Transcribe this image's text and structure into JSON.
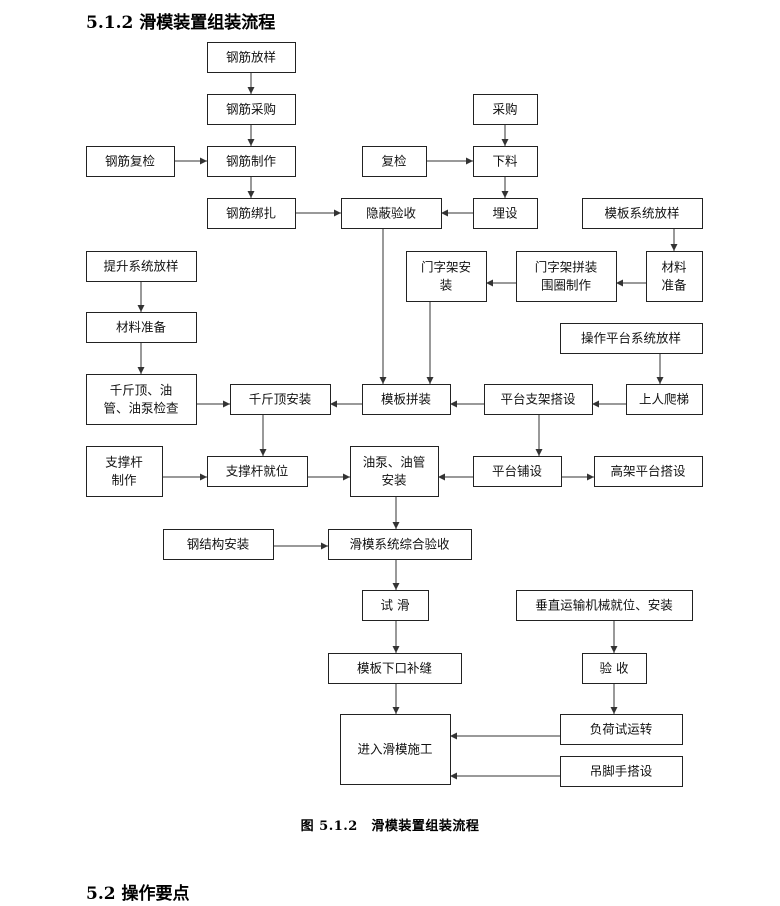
{
  "document": {
    "section_title": "5.1.2 滑模装置组装流程",
    "figure_caption": "图 5.1.2　滑模装置组装流程",
    "next_section_title": "5.2 操作要点"
  },
  "flowchart": {
    "nodes": [
      {
        "id": "rebar_layout",
        "lines": [
          "钢筋放样"
        ]
      },
      {
        "id": "rebar_purchase",
        "lines": [
          "钢筋采购"
        ]
      },
      {
        "id": "rebar_recheck",
        "lines": [
          "钢筋复检"
        ]
      },
      {
        "id": "rebar_fabrication",
        "lines": [
          "钢筋制作"
        ]
      },
      {
        "id": "rebar_binding",
        "lines": [
          "钢筋绑扎"
        ]
      },
      {
        "id": "purchase",
        "lines": [
          "采购"
        ]
      },
      {
        "id": "recheck",
        "lines": [
          "复检"
        ]
      },
      {
        "id": "cutting",
        "lines": [
          "下料"
        ]
      },
      {
        "id": "embedding",
        "lines": [
          "埋设"
        ]
      },
      {
        "id": "concealed_inspection",
        "lines": [
          "隐蔽验收"
        ]
      },
      {
        "id": "formwork_layout",
        "lines": [
          "模板系统放样"
        ]
      },
      {
        "id": "gate_frame_install",
        "lines": [
          "门字架安",
          "装"
        ]
      },
      {
        "id": "gate_frame_assembly",
        "lines": [
          "门字架拼装",
          "围圈制作"
        ]
      },
      {
        "id": "material_prep_right",
        "lines": [
          "材料",
          "准备"
        ]
      },
      {
        "id": "lift_layout",
        "lines": [
          "提升系统放样"
        ]
      },
      {
        "id": "material_prep_left",
        "lines": [
          "材料准备"
        ]
      },
      {
        "id": "platform_layout",
        "lines": [
          "操作平台系统放样"
        ]
      },
      {
        "id": "jack_pipe_check",
        "lines": [
          "千斤顶、油",
          "管、油泵检查"
        ]
      },
      {
        "id": "jack_install",
        "lines": [
          "千斤顶安装"
        ]
      },
      {
        "id": "formwork_assembly",
        "lines": [
          "模板拼装"
        ]
      },
      {
        "id": "platform_frame",
        "lines": [
          "平台支架搭设"
        ]
      },
      {
        "id": "climb",
        "lines": [
          "上人爬梯"
        ]
      },
      {
        "id": "support_rod_make",
        "lines": [
          "支撑杆",
          "制作"
        ]
      },
      {
        "id": "support_rod_place",
        "lines": [
          "支撑杆就位"
        ]
      },
      {
        "id": "oil_pump_pipe",
        "lines": [
          "油泵、油管",
          "安装"
        ]
      },
      {
        "id": "platform_laying",
        "lines": [
          "平台铺设"
        ]
      },
      {
        "id": "elevated_platform",
        "lines": [
          "高架平台搭设"
        ]
      },
      {
        "id": "steel_structure",
        "lines": [
          "钢结构安装"
        ]
      },
      {
        "id": "slipform_inspection",
        "lines": [
          "滑模系统综合验收"
        ]
      },
      {
        "id": "trial_slide",
        "lines": [
          "试 滑"
        ]
      },
      {
        "id": "vertical_transport",
        "lines": [
          "垂直运输机械就位、安装"
        ]
      },
      {
        "id": "formwork_gap",
        "lines": [
          "模板下口补缝"
        ]
      },
      {
        "id": "acceptance",
        "lines": [
          "验 收"
        ]
      },
      {
        "id": "slipform_construction",
        "lines": [
          "进入滑模施工"
        ]
      },
      {
        "id": "load_test",
        "lines": [
          "负荷试运转"
        ]
      },
      {
        "id": "hanging_scaffold",
        "lines": [
          "吊脚手搭设"
        ]
      }
    ],
    "edges": [
      [
        "rebar_layout",
        "rebar_purchase"
      ],
      [
        "rebar_purchase",
        "rebar_fabrication"
      ],
      [
        "rebar_recheck",
        "rebar_fabrication"
      ],
      [
        "rebar_fabrication",
        "rebar_binding"
      ],
      [
        "rebar_binding",
        "concealed_inspection"
      ],
      [
        "purchase",
        "cutting"
      ],
      [
        "recheck",
        "cutting"
      ],
      [
        "cutting",
        "embedding"
      ],
      [
        "embedding",
        "concealed_inspection"
      ],
      [
        "concealed_inspection",
        "formwork_assembly"
      ],
      [
        "formwork_layout",
        "material_prep_right"
      ],
      [
        "material_prep_right",
        "gate_frame_assembly"
      ],
      [
        "gate_frame_assembly",
        "gate_frame_install"
      ],
      [
        "gate_frame_install",
        "formwork_assembly"
      ],
      [
        "lift_layout",
        "material_prep_left"
      ],
      [
        "material_prep_left",
        "jack_pipe_check"
      ],
      [
        "jack_pipe_check",
        "jack_install"
      ],
      [
        "formwork_assembly",
        "jack_install"
      ],
      [
        "platform_frame",
        "formwork_assembly"
      ],
      [
        "platform_layout",
        "climb"
      ],
      [
        "climb",
        "platform_frame"
      ],
      [
        "jack_install",
        "support_rod_place"
      ],
      [
        "support_rod_make",
        "support_rod_place"
      ],
      [
        "support_rod_place",
        "oil_pump_pipe"
      ],
      [
        "platform_laying",
        "oil_pump_pipe"
      ],
      [
        "platform_frame",
        "platform_laying"
      ],
      [
        "platform_laying",
        "elevated_platform"
      ],
      [
        "oil_pump_pipe",
        "slipform_inspection"
      ],
      [
        "steel_structure",
        "slipform_inspection"
      ],
      [
        "slipform_inspection",
        "trial_slide"
      ],
      [
        "trial_slide",
        "formwork_gap"
      ],
      [
        "formwork_gap",
        "slipform_construction"
      ],
      [
        "vertical_transport",
        "acceptance"
      ],
      [
        "acceptance",
        "load_test"
      ],
      [
        "load_test",
        "slipform_construction"
      ],
      [
        "hanging_scaffold",
        "slipform_construction"
      ]
    ]
  }
}
